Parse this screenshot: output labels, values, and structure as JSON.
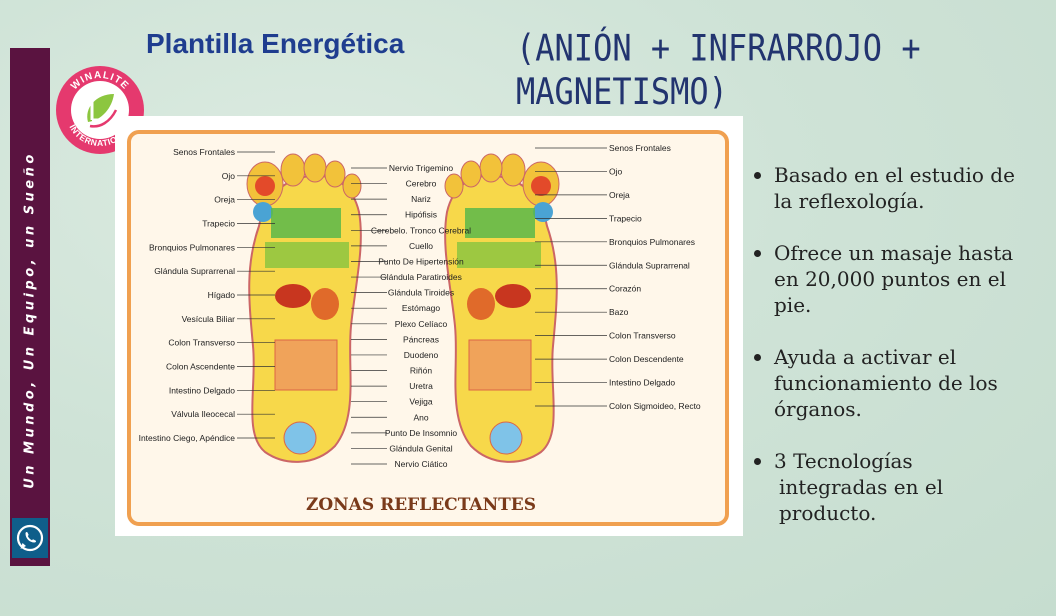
{
  "sidebar": {
    "tagline": "Un Mundo, Un Equipo, un Sueño",
    "whatsapp_icon": "whatsapp-icon",
    "bar_color": "#5a1340"
  },
  "logo": {
    "top_text": "WINALITE",
    "bottom_text": "INTERNATIONAL"
  },
  "header": {
    "title": "Plantilla Energética",
    "subtitle": "(ANIÓN + INFRARROJO + MAGNETISMO)"
  },
  "diagram": {
    "caption": "ZONAS REFLECTANTES",
    "left_labels": [
      "Senos Frontales",
      "Ojo",
      "Oreja",
      "Trapecio",
      "Bronquios Pulmonares",
      "Glándula Suprarrenal",
      "Hígado",
      "Vesícula Biliar",
      "Colon Transverso",
      "Colon Ascendente",
      "Intestino Delgado",
      "Válvula Ileocecal",
      "Intestino Ciego, Apéndice"
    ],
    "center_labels": [
      "Nervio Trigemino",
      "Cerebro",
      "Nariz",
      "Hipófisis",
      "Cerebelo. Tronco Cerebral",
      "Cuello",
      "Punto De Hipertensión",
      "Glándula Paratiroides",
      "Glándula Tiroides",
      "Estómago",
      "Plexo Celíaco",
      "Páncreas",
      "Duodeno",
      "Riñón",
      "Uretra",
      "Vejiga",
      "Ano",
      "Punto De Insomnio",
      "Glándula Genital",
      "Nervio Ciático"
    ],
    "right_labels": [
      "Senos Frontales",
      "Ojo",
      "Oreja",
      "Trapecio",
      "Bronquios Pulmonares",
      "Glándula Suprarrenal",
      "Corazón",
      "Bazo",
      "Colon Transverso",
      "Colon Descendente",
      "Intestino Delgado",
      "Colon Sigmoideo, Recto"
    ]
  },
  "bullets": [
    {
      "line1": "Basado en el estudio de",
      "line2": "la reflexología."
    },
    {
      "line1": "Ofrece un masaje hasta",
      "line2": "en 20,000 puntos en el",
      "line3": "pie."
    },
    {
      "line1": "Ayuda a activar el",
      "line2": "funcionamiento de los",
      "line3": "órganos."
    },
    {
      "line1": "3 Tecnologías",
      "line2": "integradas en el",
      "line3": "producto."
    }
  ]
}
